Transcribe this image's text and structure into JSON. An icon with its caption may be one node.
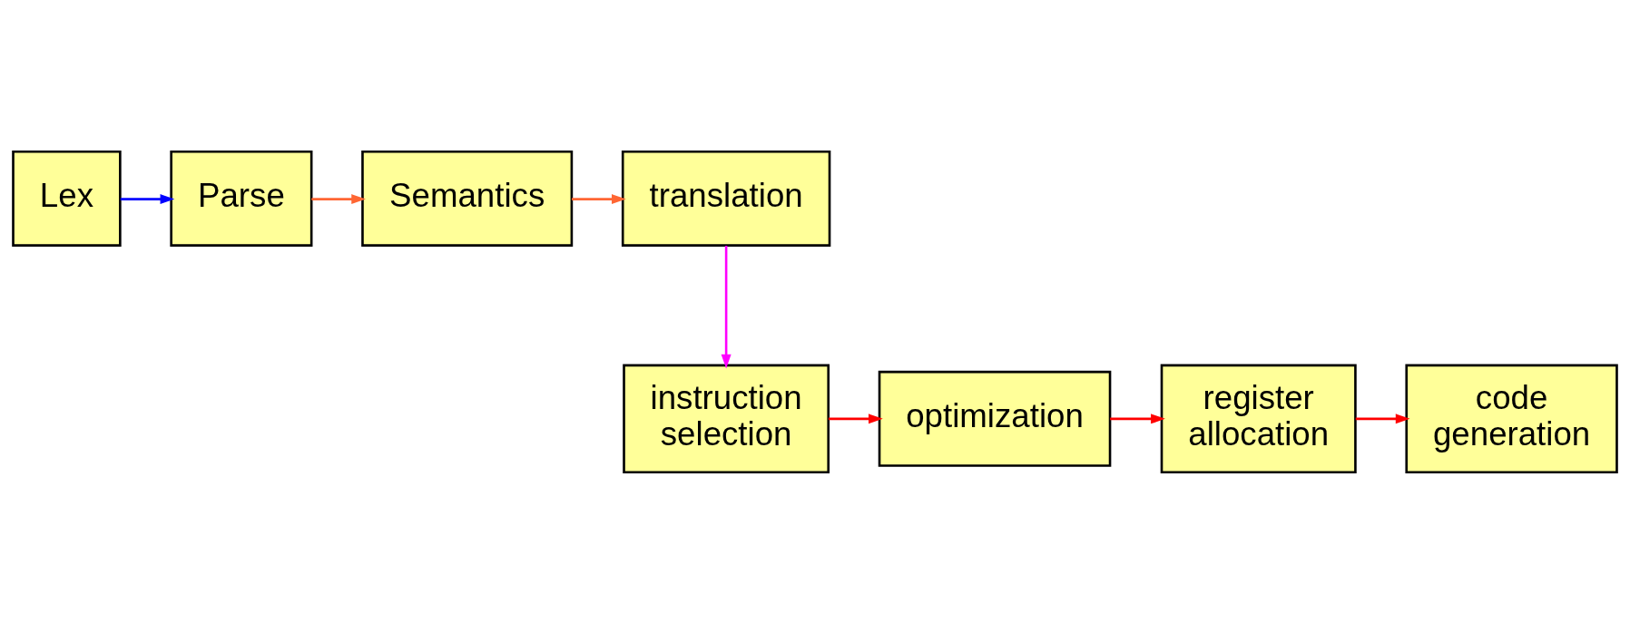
{
  "diagram": {
    "nodes": [
      {
        "text": [
          "Lex"
        ]
      },
      {
        "text": [
          "Parse"
        ]
      },
      {
        "text": [
          "Semantics"
        ]
      },
      {
        "text": [
          "translation"
        ]
      },
      {
        "text": [
          "instruction selection"
        ]
      },
      {
        "text": [
          "optimization"
        ]
      },
      {
        "text": [
          "register allocation"
        ]
      },
      {
        "text": [
          "code generation"
        ]
      }
    ],
    "edges": [
      {
        "from": 0,
        "to": 1,
        "arrow": "to",
        "color": "#0000ff"
      },
      {
        "from": 1,
        "to": 2,
        "arrow": "to",
        "color": "#ff6633"
      },
      {
        "from": 2,
        "to": 3,
        "arrow": "to",
        "color": "#ff6633"
      },
      {
        "from": 3,
        "to": 4,
        "arrow": "to",
        "color": "#ff00ff"
      },
      {
        "from": 4,
        "to": 5,
        "arrow": "to"
      },
      {
        "from": 5,
        "to": 6,
        "arrow": "to"
      },
      {
        "from": 6,
        "to": 7,
        "arrow": "to"
      }
    ]
  }
}
